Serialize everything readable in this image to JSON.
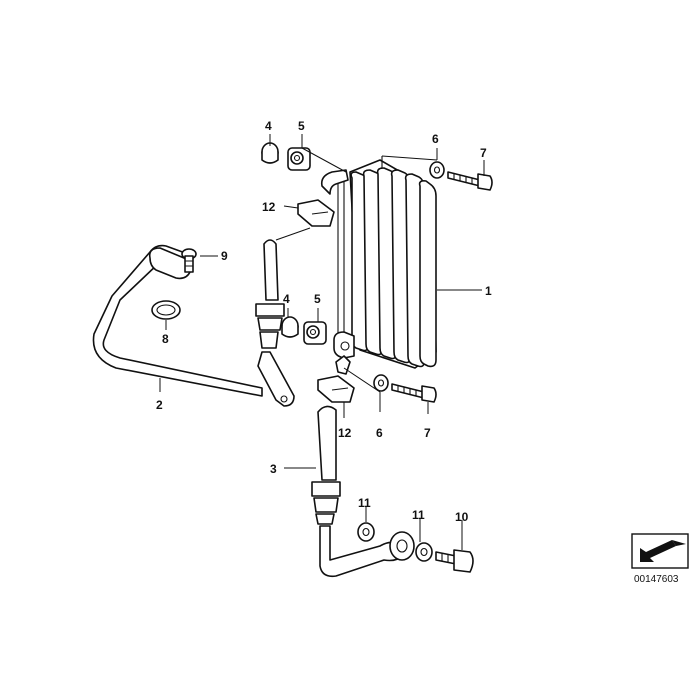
{
  "callouts": [
    {
      "label": "1"
    },
    {
      "label": "2"
    },
    {
      "label": "3"
    },
    {
      "label": "4"
    },
    {
      "label": "5"
    },
    {
      "label": "6"
    },
    {
      "label": "7"
    },
    {
      "label": "4"
    },
    {
      "label": "5"
    },
    {
      "label": "6"
    },
    {
      "label": "7"
    },
    {
      "label": "8"
    },
    {
      "label": "9"
    },
    {
      "label": "10"
    },
    {
      "label": "11"
    },
    {
      "label": "11"
    },
    {
      "label": "12"
    },
    {
      "label": "12"
    }
  ],
  "diagram_number": "00147603",
  "colors": {
    "ink": "#111111",
    "background": "#ffffff"
  },
  "icons": {
    "orientation": "direction-arrow-icon"
  }
}
